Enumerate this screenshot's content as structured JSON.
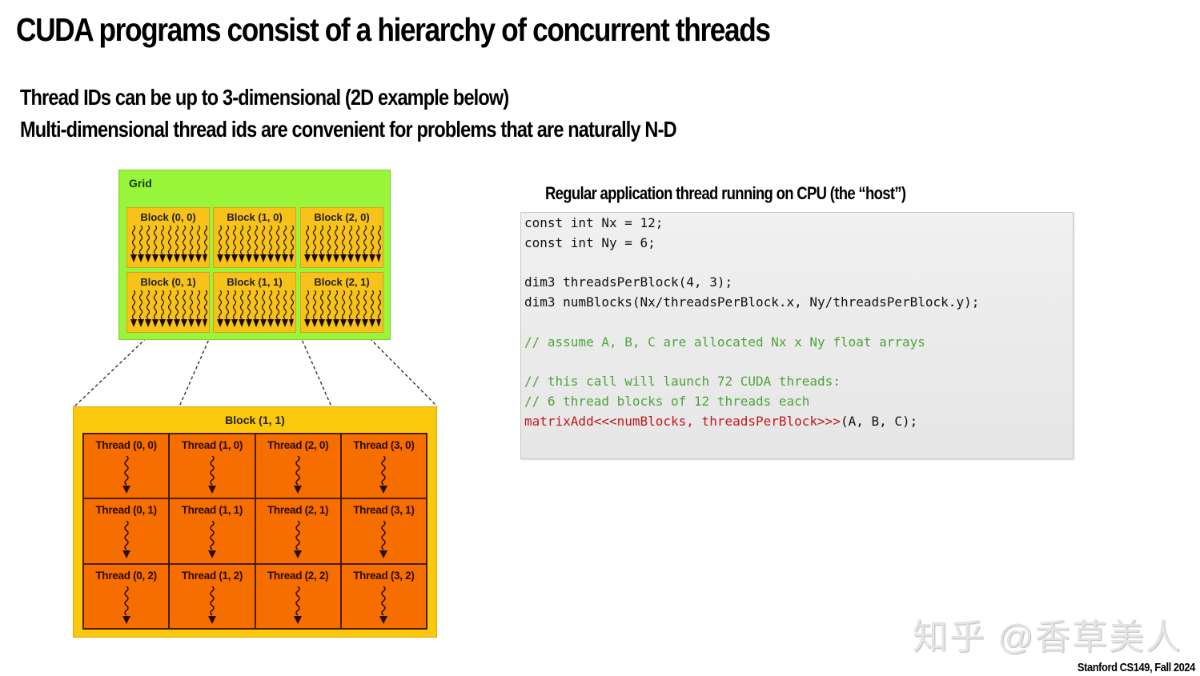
{
  "slide": {
    "title": "CUDA programs consist of a hierarchy of concurrent threads",
    "bullets": [
      "Thread IDs can be up to 3-dimensional (2D example below)",
      "Multi-dimensional thread ids are convenient for problems that are naturally N-D"
    ],
    "footer": "Stanford CS149, Fall 2024",
    "watermark": "知乎 @香草美人"
  },
  "diagram": {
    "grid_label": "Grid",
    "blocks": [
      {
        "label": "Block (0, 0)"
      },
      {
        "label": "Block (1, 0)"
      },
      {
        "label": "Block (2, 0)"
      },
      {
        "label": "Block (0, 1)"
      },
      {
        "label": "Block (1, 1)"
      },
      {
        "label": "Block (2, 1)"
      }
    ],
    "expanded_block_label": "Block (1, 1)",
    "threads": [
      {
        "label": "Thread (0, 0)"
      },
      {
        "label": "Thread (1, 0)"
      },
      {
        "label": "Thread (2, 0)"
      },
      {
        "label": "Thread (3, 0)"
      },
      {
        "label": "Thread (0, 1)"
      },
      {
        "label": "Thread (1, 1)"
      },
      {
        "label": "Thread (2, 1)"
      },
      {
        "label": "Thread (3, 1)"
      },
      {
        "label": "Thread (0, 2)"
      },
      {
        "label": "Thread (1, 2)"
      },
      {
        "label": "Thread (2, 2)"
      },
      {
        "label": "Thread (3, 2)"
      }
    ],
    "colors": {
      "grid": "#99f53a",
      "block": "#f7c21a",
      "thread": "#f66d00"
    }
  },
  "code_panel": {
    "title": "Regular application thread running on CPU (the “host”)",
    "lines": [
      {
        "text": "const int Nx = 12;",
        "style": "normal"
      },
      {
        "text": "const int Ny = 6;",
        "style": "normal"
      },
      {
        "text": "",
        "style": "normal"
      },
      {
        "text": "dim3 threadsPerBlock(4, 3);",
        "style": "normal"
      },
      {
        "text": "dim3 numBlocks(Nx/threadsPerBlock.x, Ny/threadsPerBlock.y);",
        "style": "normal"
      },
      {
        "text": "",
        "style": "normal"
      },
      {
        "text": "// assume A, B, C are allocated Nx x Ny float arrays",
        "style": "comment"
      },
      {
        "text": "",
        "style": "normal"
      },
      {
        "text": "// this call will launch 72 CUDA threads:",
        "style": "comment"
      },
      {
        "text": "// 6 thread blocks of 12 threads each",
        "style": "comment"
      }
    ],
    "launch_line": {
      "kernel": "matrixAdd<<<numBlocks, threadsPerBlock>>>",
      "args": "(A, B, C);"
    },
    "colors": {
      "comment": "#4ea33a",
      "kernel": "#c0191b"
    }
  }
}
